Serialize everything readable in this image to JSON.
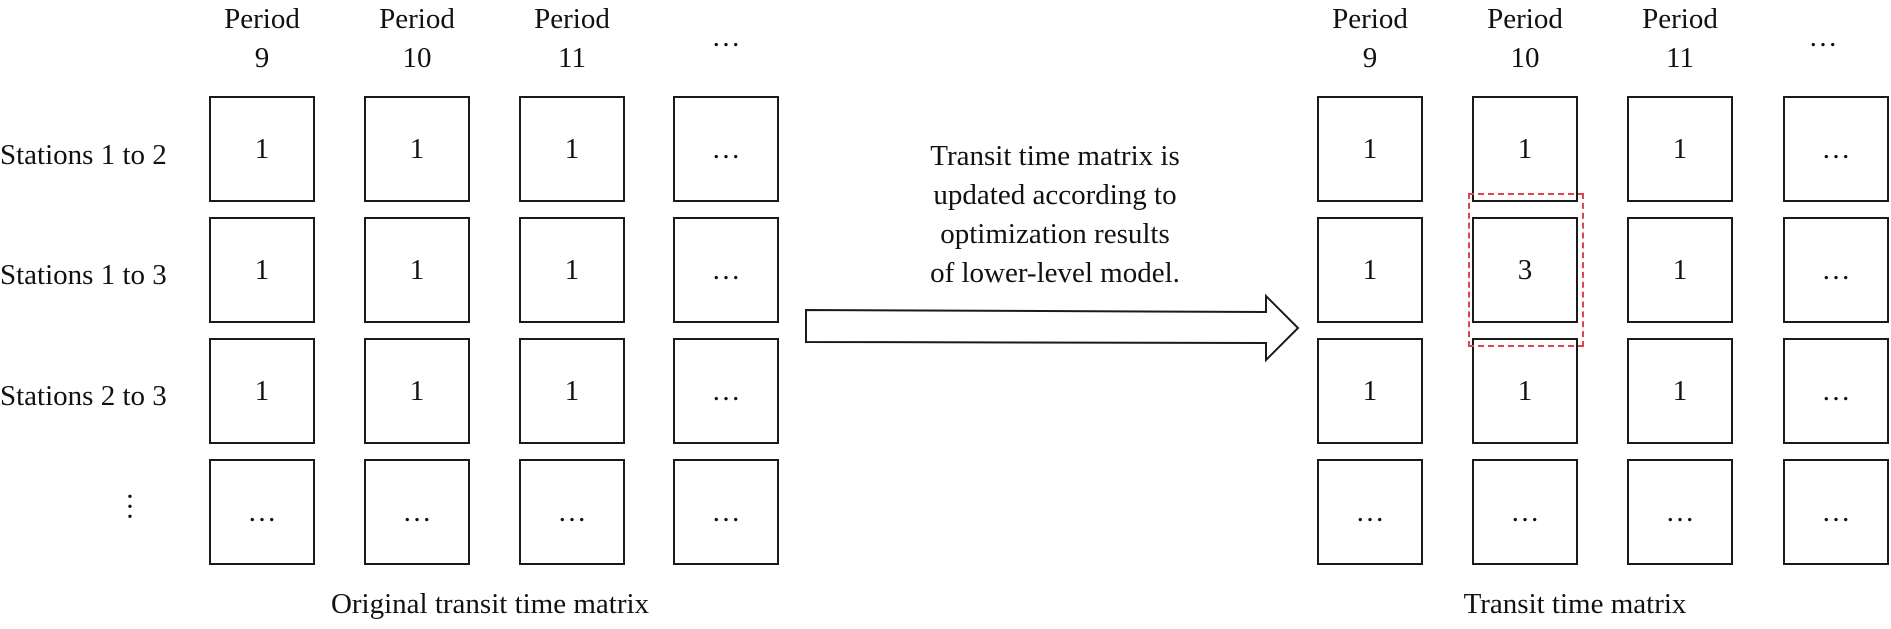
{
  "left_panel": {
    "headers": [
      {
        "line1": "Period",
        "line2": "9"
      },
      {
        "line1": "Period",
        "line2": "10"
      },
      {
        "line1": "Period",
        "line2": "11"
      },
      {
        "line1": "…",
        "line2": ""
      }
    ],
    "rows": [
      {
        "label": "Stations 1 to 2",
        "cells": [
          "1",
          "1",
          "1",
          "…"
        ]
      },
      {
        "label": "Stations 1 to 3",
        "cells": [
          "1",
          "1",
          "1",
          "…"
        ]
      },
      {
        "label": "Stations 2 to 3",
        "cells": [
          "1",
          "1",
          "1",
          "…"
        ]
      },
      {
        "label": "⋮",
        "cells": [
          "…",
          "…",
          "…",
          "…"
        ]
      }
    ],
    "caption": "Original transit time matrix"
  },
  "arrow": {
    "lines": [
      "Transit time matrix is",
      "updated according to",
      "optimization results",
      "of lower-level model."
    ]
  },
  "right_panel": {
    "headers": [
      {
        "line1": "Period",
        "line2": "9"
      },
      {
        "line1": "Period",
        "line2": "10"
      },
      {
        "line1": "Period",
        "line2": "11"
      },
      {
        "line1": "…",
        "line2": ""
      }
    ],
    "rows": [
      {
        "cells": [
          "1",
          "1",
          "1",
          "…"
        ]
      },
      {
        "cells": [
          "1",
          "3",
          "1",
          "…"
        ]
      },
      {
        "cells": [
          "1",
          "1",
          "1",
          "…"
        ]
      },
      {
        "cells": [
          "…",
          "…",
          "…",
          "…"
        ]
      }
    ],
    "caption": "Transit time matrix",
    "highlight_color": "#d9484f"
  }
}
